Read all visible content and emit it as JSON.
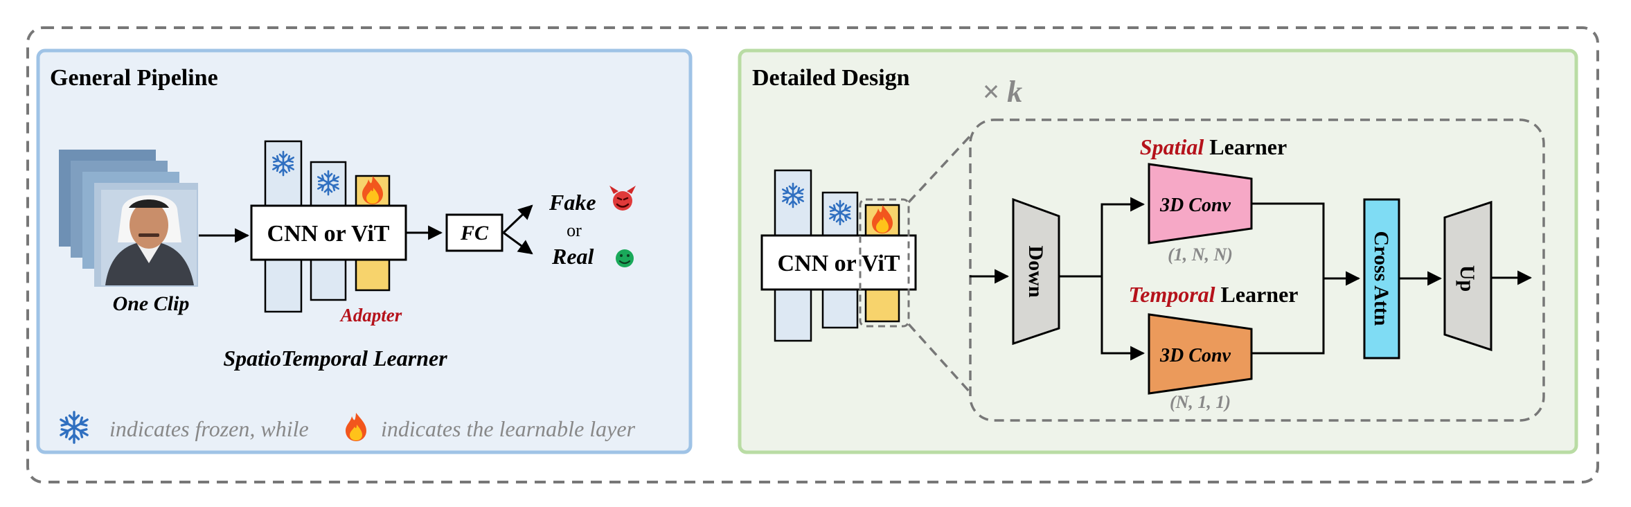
{
  "left_panel": {
    "title": "General Pipeline",
    "clip_label": "One Clip",
    "backbone_label": "CNN or ViT",
    "adapter_label": "Adapter",
    "fc_label": "FC",
    "fake_label": "Fake",
    "or_label": "or",
    "real_label": "Real",
    "learner_caption": "SpatioTemporal Learner",
    "legend_frozen": "indicates frozen, while",
    "legend_learnable": "indicates the learnable layer"
  },
  "right_panel": {
    "title": "Detailed Design",
    "repeat_label": "× k",
    "backbone_label": "CNN or ViT",
    "spatial_learner_highlight": "Spatial",
    "spatial_learner_rest": " Learner",
    "temporal_learner_highlight": "Temporal",
    "temporal_learner_rest": " Learner",
    "down_label": "Down",
    "spatial_conv_label": "3D Conv",
    "spatial_kernel": "(1, N, N)",
    "temporal_conv_label": "3D Conv",
    "temporal_kernel": "(N, 1, 1)",
    "cross_attn_label": "Cross Attn",
    "up_label": "Up"
  },
  "colors": {
    "left_panel_bg": "#e9f0f8",
    "left_panel_border": "#9fc3e6",
    "right_panel_bg": "#eef3ea",
    "right_panel_border": "#b9dca4",
    "frozen_block": "#dde8f3",
    "adapter_block": "#f7d36c",
    "spatial_conv": "#f6a8c6",
    "temporal_conv": "#eb9a5b",
    "cross_attn": "#7fdcf4",
    "down_up": "#d7d7d3",
    "highlight_red": "#b5121b",
    "muted_text": "#888888"
  },
  "icons": {
    "frozen": "snowflake-icon",
    "learnable": "fire-icon",
    "fake": "devil-face-icon",
    "real": "smile-face-icon"
  }
}
